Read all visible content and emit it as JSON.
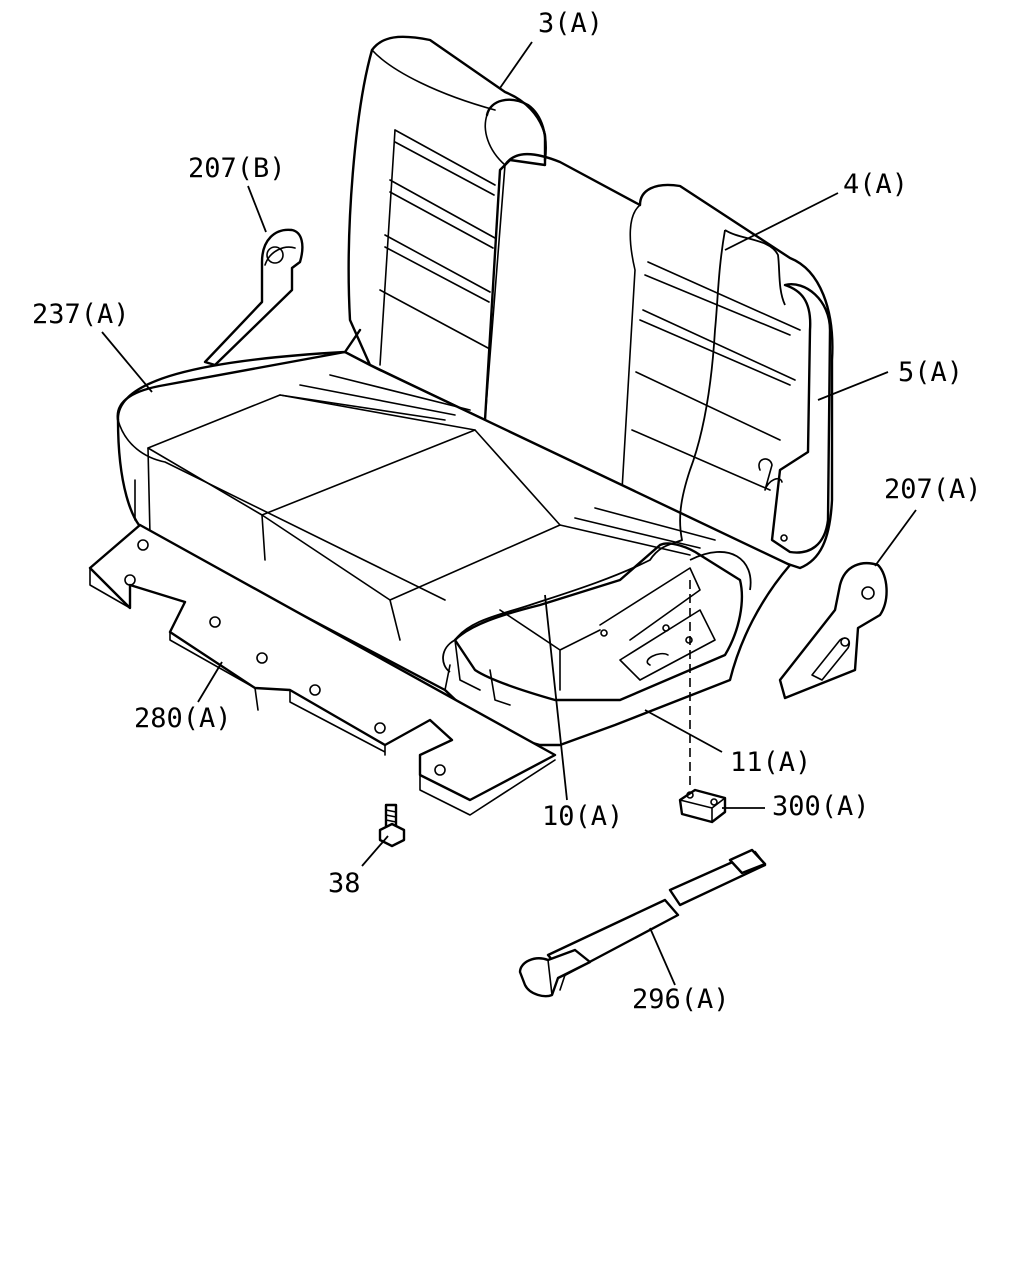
{
  "callouts": {
    "c3a": "3(A)",
    "c207b": "207(B)",
    "c4a": "4(A)",
    "c237a": "237(A)",
    "c5a": "5(A)",
    "c207a": "207(A)",
    "c280a": "280(A)",
    "c11a": "11(A)",
    "c10a": "10(A)",
    "c300a": "300(A)",
    "c38": "38",
    "c296a": "296(A)"
  }
}
